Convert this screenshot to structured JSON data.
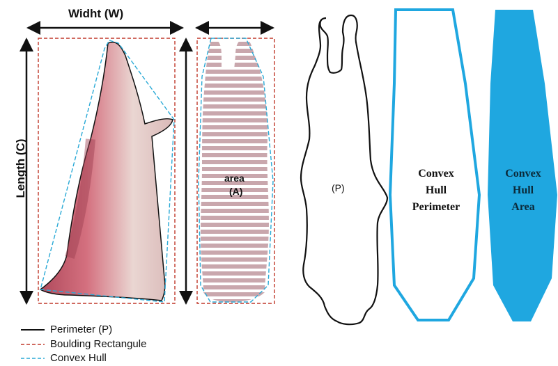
{
  "labels": {
    "width": "Widht (W)",
    "length": "Length (C)",
    "area": "area",
    "area_symbol": "(A)",
    "perimeter_symbol": "(P)",
    "convex_hull_perimeter": [
      "Convex",
      "Hull",
      "Perimeter"
    ],
    "convex_hull_area": [
      "Convex",
      "Hull",
      "Area"
    ]
  },
  "legend": [
    {
      "label": "Perimeter (P)",
      "style": "solid",
      "color": "#111111"
    },
    {
      "label": "Boulding Rectangule",
      "style": "dashed",
      "color": "#c0392b"
    },
    {
      "label": "Convex Hull",
      "style": "dashed",
      "color": "#29a9d6"
    }
  ],
  "colors": {
    "hull": "#1fa7e0",
    "rect": "#c0392b",
    "hull_line": "#29a9d6",
    "carcass_meat": "#c85a6e",
    "carcass_fat": "#e8d2cf"
  }
}
